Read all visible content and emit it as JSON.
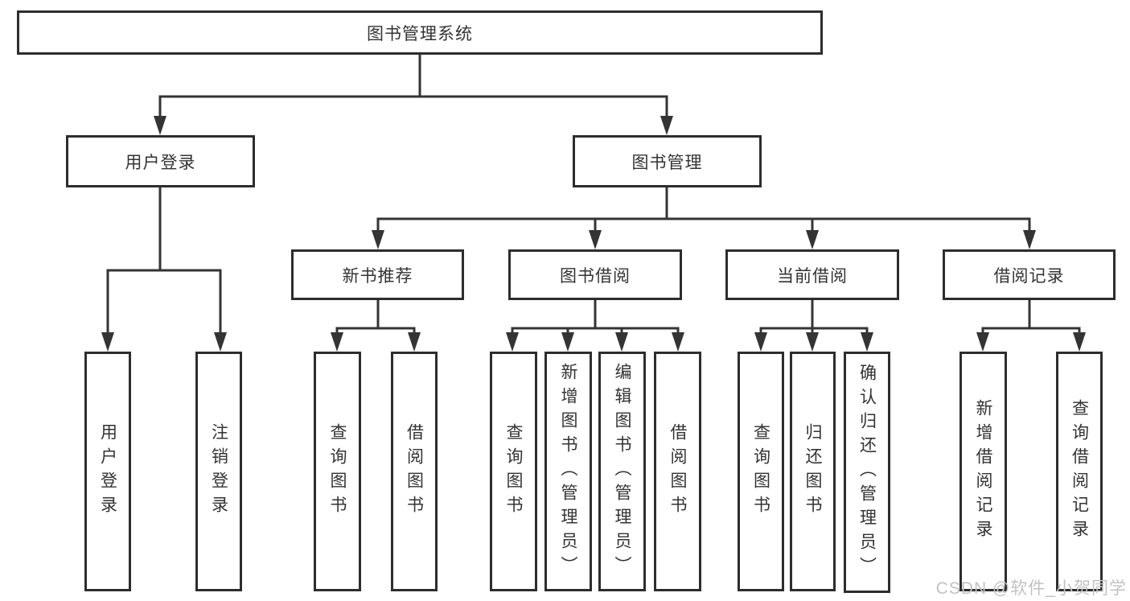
{
  "diagram": {
    "type": "hierarchy-tree",
    "tree": {
      "root": {
        "label": "图书管理系统"
      },
      "branches": [
        {
          "label": "用户登录",
          "children": [
            {
              "label": "用户登录"
            },
            {
              "label": "注销登录"
            }
          ]
        },
        {
          "label": "图书管理",
          "children": [
            {
              "label": "新书推荐",
              "children": [
                {
                  "label": "查询图书"
                },
                {
                  "label": "借阅图书"
                }
              ]
            },
            {
              "label": "图书借阅",
              "children": [
                {
                  "label": "查询图书"
                },
                {
                  "label": "新增图书（管理员）"
                },
                {
                  "label": "编辑图书（管理员）"
                },
                {
                  "label": "借阅图书"
                }
              ]
            },
            {
              "label": "当前借阅",
              "children": [
                {
                  "label": "查询图书"
                },
                {
                  "label": "归还图书"
                },
                {
                  "label": "确认归还（管理员）"
                }
              ]
            },
            {
              "label": "借阅记录",
              "children": [
                {
                  "label": "新增借阅记录"
                },
                {
                  "label": "查询借阅记录"
                }
              ]
            }
          ]
        }
      ]
    },
    "colors": {
      "line": "#343434",
      "box_border": "#2d2d2d",
      "text": "#333333",
      "background": "#ffffff",
      "watermark": "#c2c2c2"
    }
  },
  "watermark": {
    "text": "CSDN @软件_小贺同学"
  }
}
